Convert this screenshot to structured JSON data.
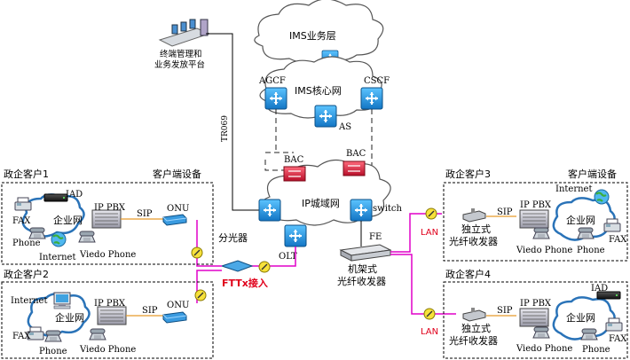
{
  "labels": {
    "ims_service_layer": "IMS业务层",
    "ims_core_network": "IMS核心网",
    "agcf": "AGCF",
    "cscf": "CSCF",
    "as": "AS",
    "platform_line1": "终端管理和",
    "platform_line2": "业务发放平台",
    "tr069": "TR069",
    "bac": "BAC",
    "ip_metro": "IP城域网",
    "switch": "switch",
    "olt": "OLT",
    "fe": "FE",
    "splitter": "分光器",
    "fttx": "FTTx接入",
    "rack_line1": "机架式",
    "rack_line2": "光纤收发器",
    "lan": "LAN"
  },
  "customers": {
    "c1": {
      "title": "政企客户1",
      "equip": "客户端设备",
      "iad": "IAD",
      "ippbx": "IP PBX",
      "sip": "SIP",
      "onu": "ONU",
      "enterprise": "企业网",
      "fax": "FAX",
      "phone": "Phone",
      "internet": "Internet",
      "video": "Viedo Phone"
    },
    "c2": {
      "title": "政企客户2",
      "internet": "Internet",
      "enterprise": "企业网",
      "ippbx": "IP PBX",
      "sip": "SIP",
      "onu": "ONU",
      "fax": "FAX",
      "phone": "Phone",
      "video": "Viedo Phone"
    },
    "c3": {
      "title": "政企客户3",
      "equip": "客户端设备",
      "internet": "Internet",
      "sip": "SIP",
      "ippbx": "IP PBX",
      "enterprise": "企业网",
      "conv1": "独立式",
      "conv2": "光纤收发器",
      "video": "Viedo Phone",
      "phone": "Phone",
      "fax": "FAX"
    },
    "c4": {
      "title": "政企客户4",
      "iad": "IAD",
      "sip": "SIP",
      "ippbx": "IP PBX",
      "enterprise": "企业网",
      "conv1": "独立式",
      "conv2": "光纤收发器",
      "video": "Viedo Phone",
      "phone": "Phone",
      "fax": "FAX"
    }
  },
  "colors": {
    "link_magenta": "#e000c8",
    "router_blue": "#1f8fd6",
    "bac_red": "#d8203a",
    "cloud_stroke": "#555555"
  }
}
